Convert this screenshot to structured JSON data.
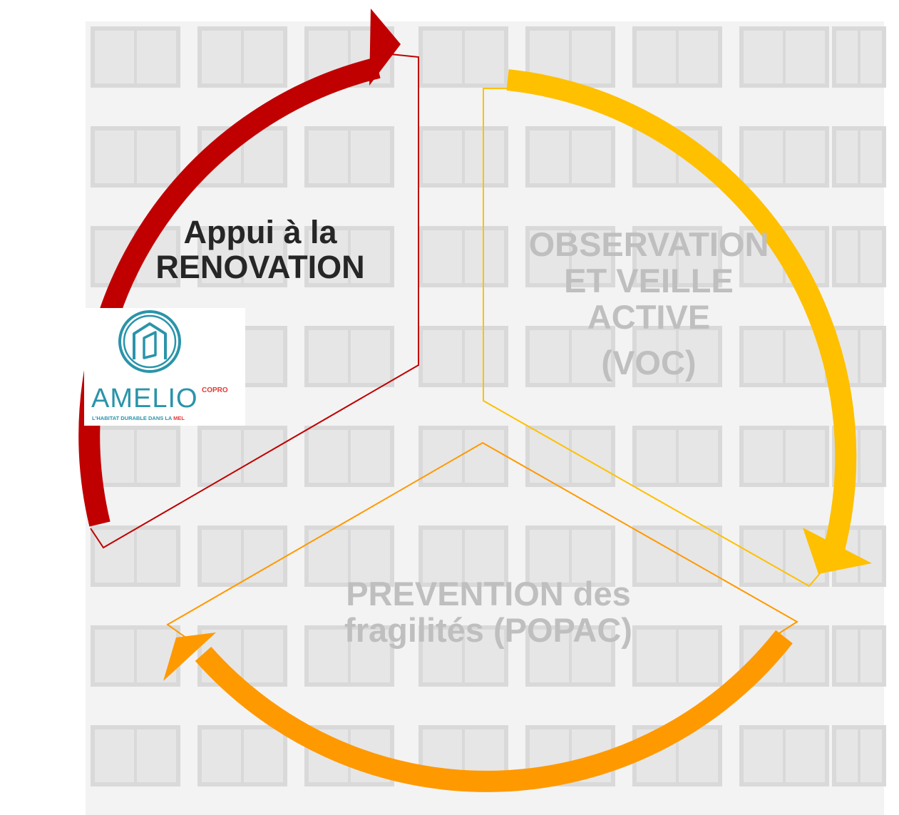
{
  "colors": {
    "background_building": "#d9d9d9",
    "arrow_renovation": "#c00000",
    "arrow_observation": "#ffc000",
    "arrow_prevention": "#ff9900",
    "text_dark": "#262626",
    "text_faded": "#bfbfbf",
    "logo_teal": "#2a94aa",
    "logo_red": "#e53935"
  },
  "segments": [
    {
      "id": "renovation",
      "lines": [
        "Appui à la",
        "RENOVATION"
      ]
    },
    {
      "id": "observation",
      "lines": [
        "OBSERVATION",
        "ET VEILLE",
        "ACTIVE"
      ],
      "abbr": "(VOC)"
    },
    {
      "id": "prevention",
      "lines": [
        "PREVENTION des",
        "fragilités (POPAC)"
      ]
    }
  ],
  "logo": {
    "icon": "house-in-circle-icon",
    "brand": "AMELIO",
    "brand_suffix": "COPRO",
    "tagline_main": "L'HABITAT DURABLE DANS LA ",
    "tagline_accent": "MEL"
  },
  "background": {
    "icon": "building-facade-photo"
  }
}
